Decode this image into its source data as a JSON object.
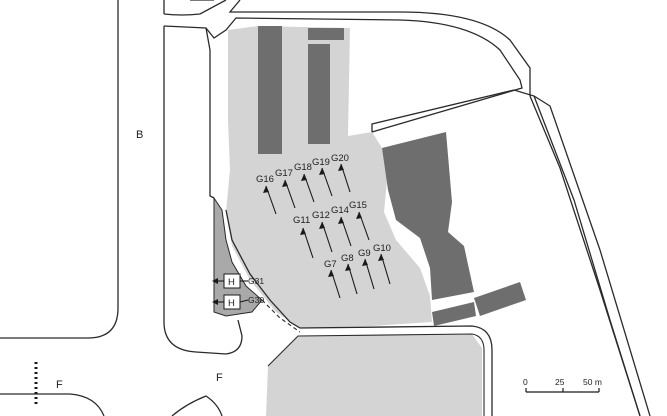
{
  "road_labels": {
    "road_b": "B",
    "road_f_left": "F",
    "road_f_center": "F"
  },
  "gates": [
    {
      "id": "G16"
    },
    {
      "id": "G17"
    },
    {
      "id": "G18"
    },
    {
      "id": "G19"
    },
    {
      "id": "G20"
    },
    {
      "id": "G11"
    },
    {
      "id": "G12"
    },
    {
      "id": "G14"
    },
    {
      "id": "G15"
    },
    {
      "id": "G7"
    },
    {
      "id": "G8"
    },
    {
      "id": "G9"
    },
    {
      "id": "G10"
    }
  ],
  "helipads": [
    {
      "symbol": "H",
      "gate": "G31"
    },
    {
      "symbol": "H",
      "gate": "G30"
    }
  ],
  "scale_bar": {
    "ticks": [
      "0",
      "25",
      "50 m"
    ]
  },
  "colors": {
    "apron": "#d4d4d4",
    "building": "#6e6e6e",
    "road_line": "#2a2a2a"
  }
}
